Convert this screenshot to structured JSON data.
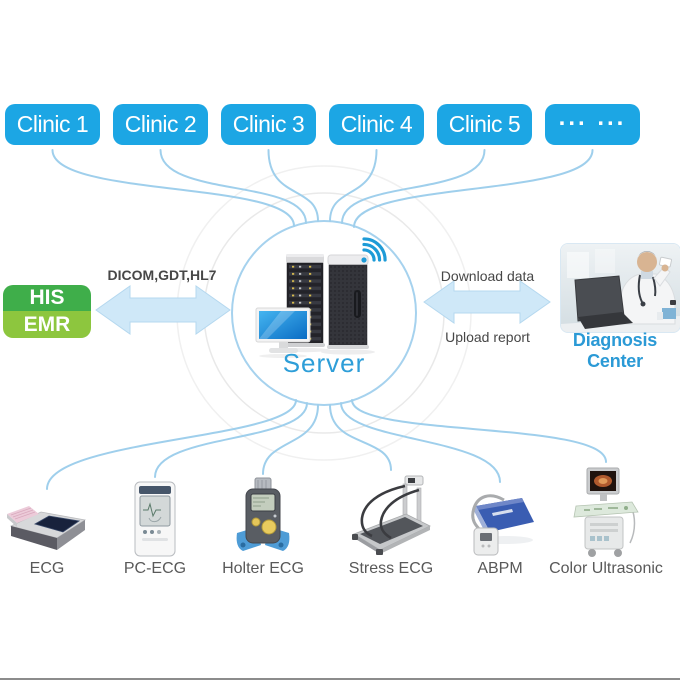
{
  "clinics": {
    "items": [
      {
        "label": "Clinic 1"
      },
      {
        "label": "Clinic 2"
      },
      {
        "label": "Clinic 3"
      },
      {
        "label": "Clinic 4"
      },
      {
        "label": "Clinic 5"
      },
      {
        "label": "... ..."
      }
    ]
  },
  "hub": {
    "server_label": "Server"
  },
  "his_emr": {
    "his_label": "HIS",
    "emr_label": "EMR"
  },
  "left_link": {
    "label": "DICOM,GDT,HL7"
  },
  "right_link": {
    "download_label": "Download data",
    "upload_label": "Upload report"
  },
  "diagnosis": {
    "label": "Diagnosis Center"
  },
  "devices": {
    "items": [
      {
        "label": "ECG"
      },
      {
        "label": "PC-ECG"
      },
      {
        "label": "Holter ECG"
      },
      {
        "label": "Stress ECG"
      },
      {
        "label": "ABPM"
      },
      {
        "label": "Color Ultrasonic"
      }
    ]
  },
  "icons": {
    "wifi": "wifi-signal-arcs"
  },
  "colors": {
    "clinic_blue": "#1ca6e4",
    "link_line_blue": "#9fcfec",
    "server_text_blue": "#2e9ed8",
    "diagnosis_text_blue": "#2b9ad6",
    "his_green": "#3fae4a",
    "emr_green": "#8dc63e",
    "arrow_fill": "#cfe8f8",
    "label_gray": "#474747"
  }
}
